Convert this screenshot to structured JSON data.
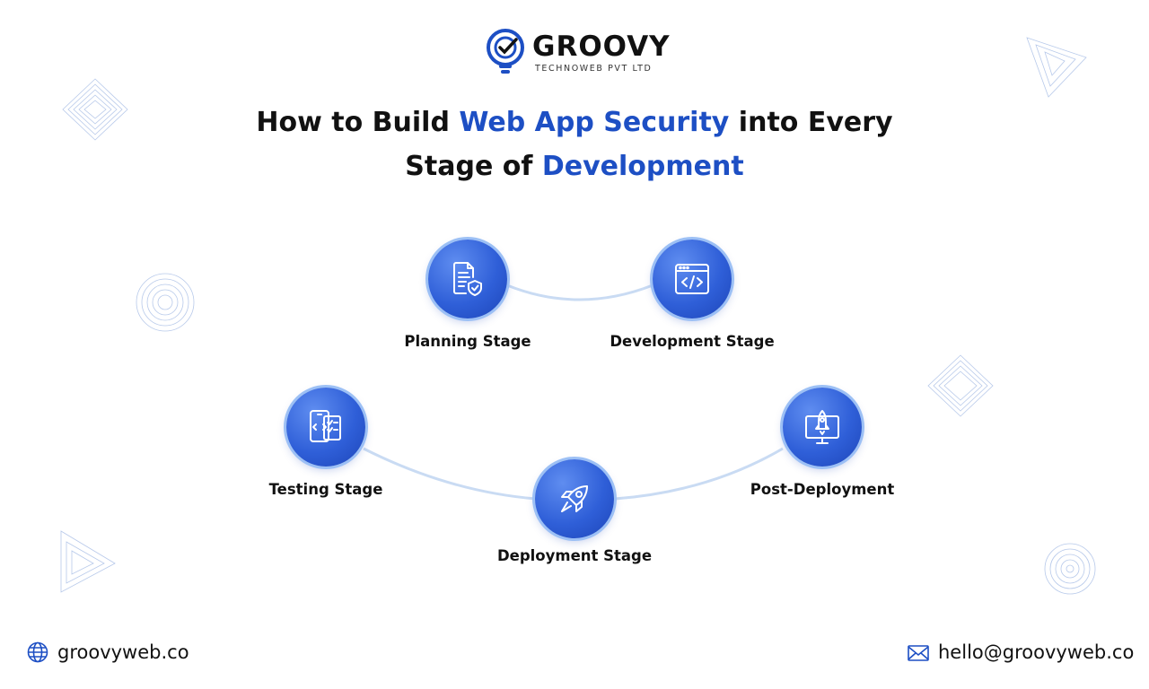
{
  "brand": {
    "name": "GROOVY",
    "tagline": "TECHNOWEB PVT LTD"
  },
  "title": {
    "part1": "How to Build ",
    "highlight1": "Web App Security",
    "part2": " into Every",
    "part3": "Stage of ",
    "highlight2": "Development"
  },
  "stages": {
    "planning": {
      "label": "Planning Stage",
      "icon": "document-shield-icon"
    },
    "development": {
      "label": "Development Stage",
      "icon": "code-window-icon"
    },
    "testing": {
      "label": "Testing Stage",
      "icon": "phone-checklist-icon"
    },
    "deployment": {
      "label": "Deployment Stage",
      "icon": "rocket-icon"
    },
    "post_deployment": {
      "label": "Post-Deployment",
      "icon": "monitor-rocket-icon"
    }
  },
  "footer": {
    "website": "groovyweb.co",
    "email": "hello@groovyweb.co"
  },
  "colors": {
    "accent": "#1d4fc4",
    "node": "#2f5fd8",
    "connector": "#c9dbf3"
  }
}
